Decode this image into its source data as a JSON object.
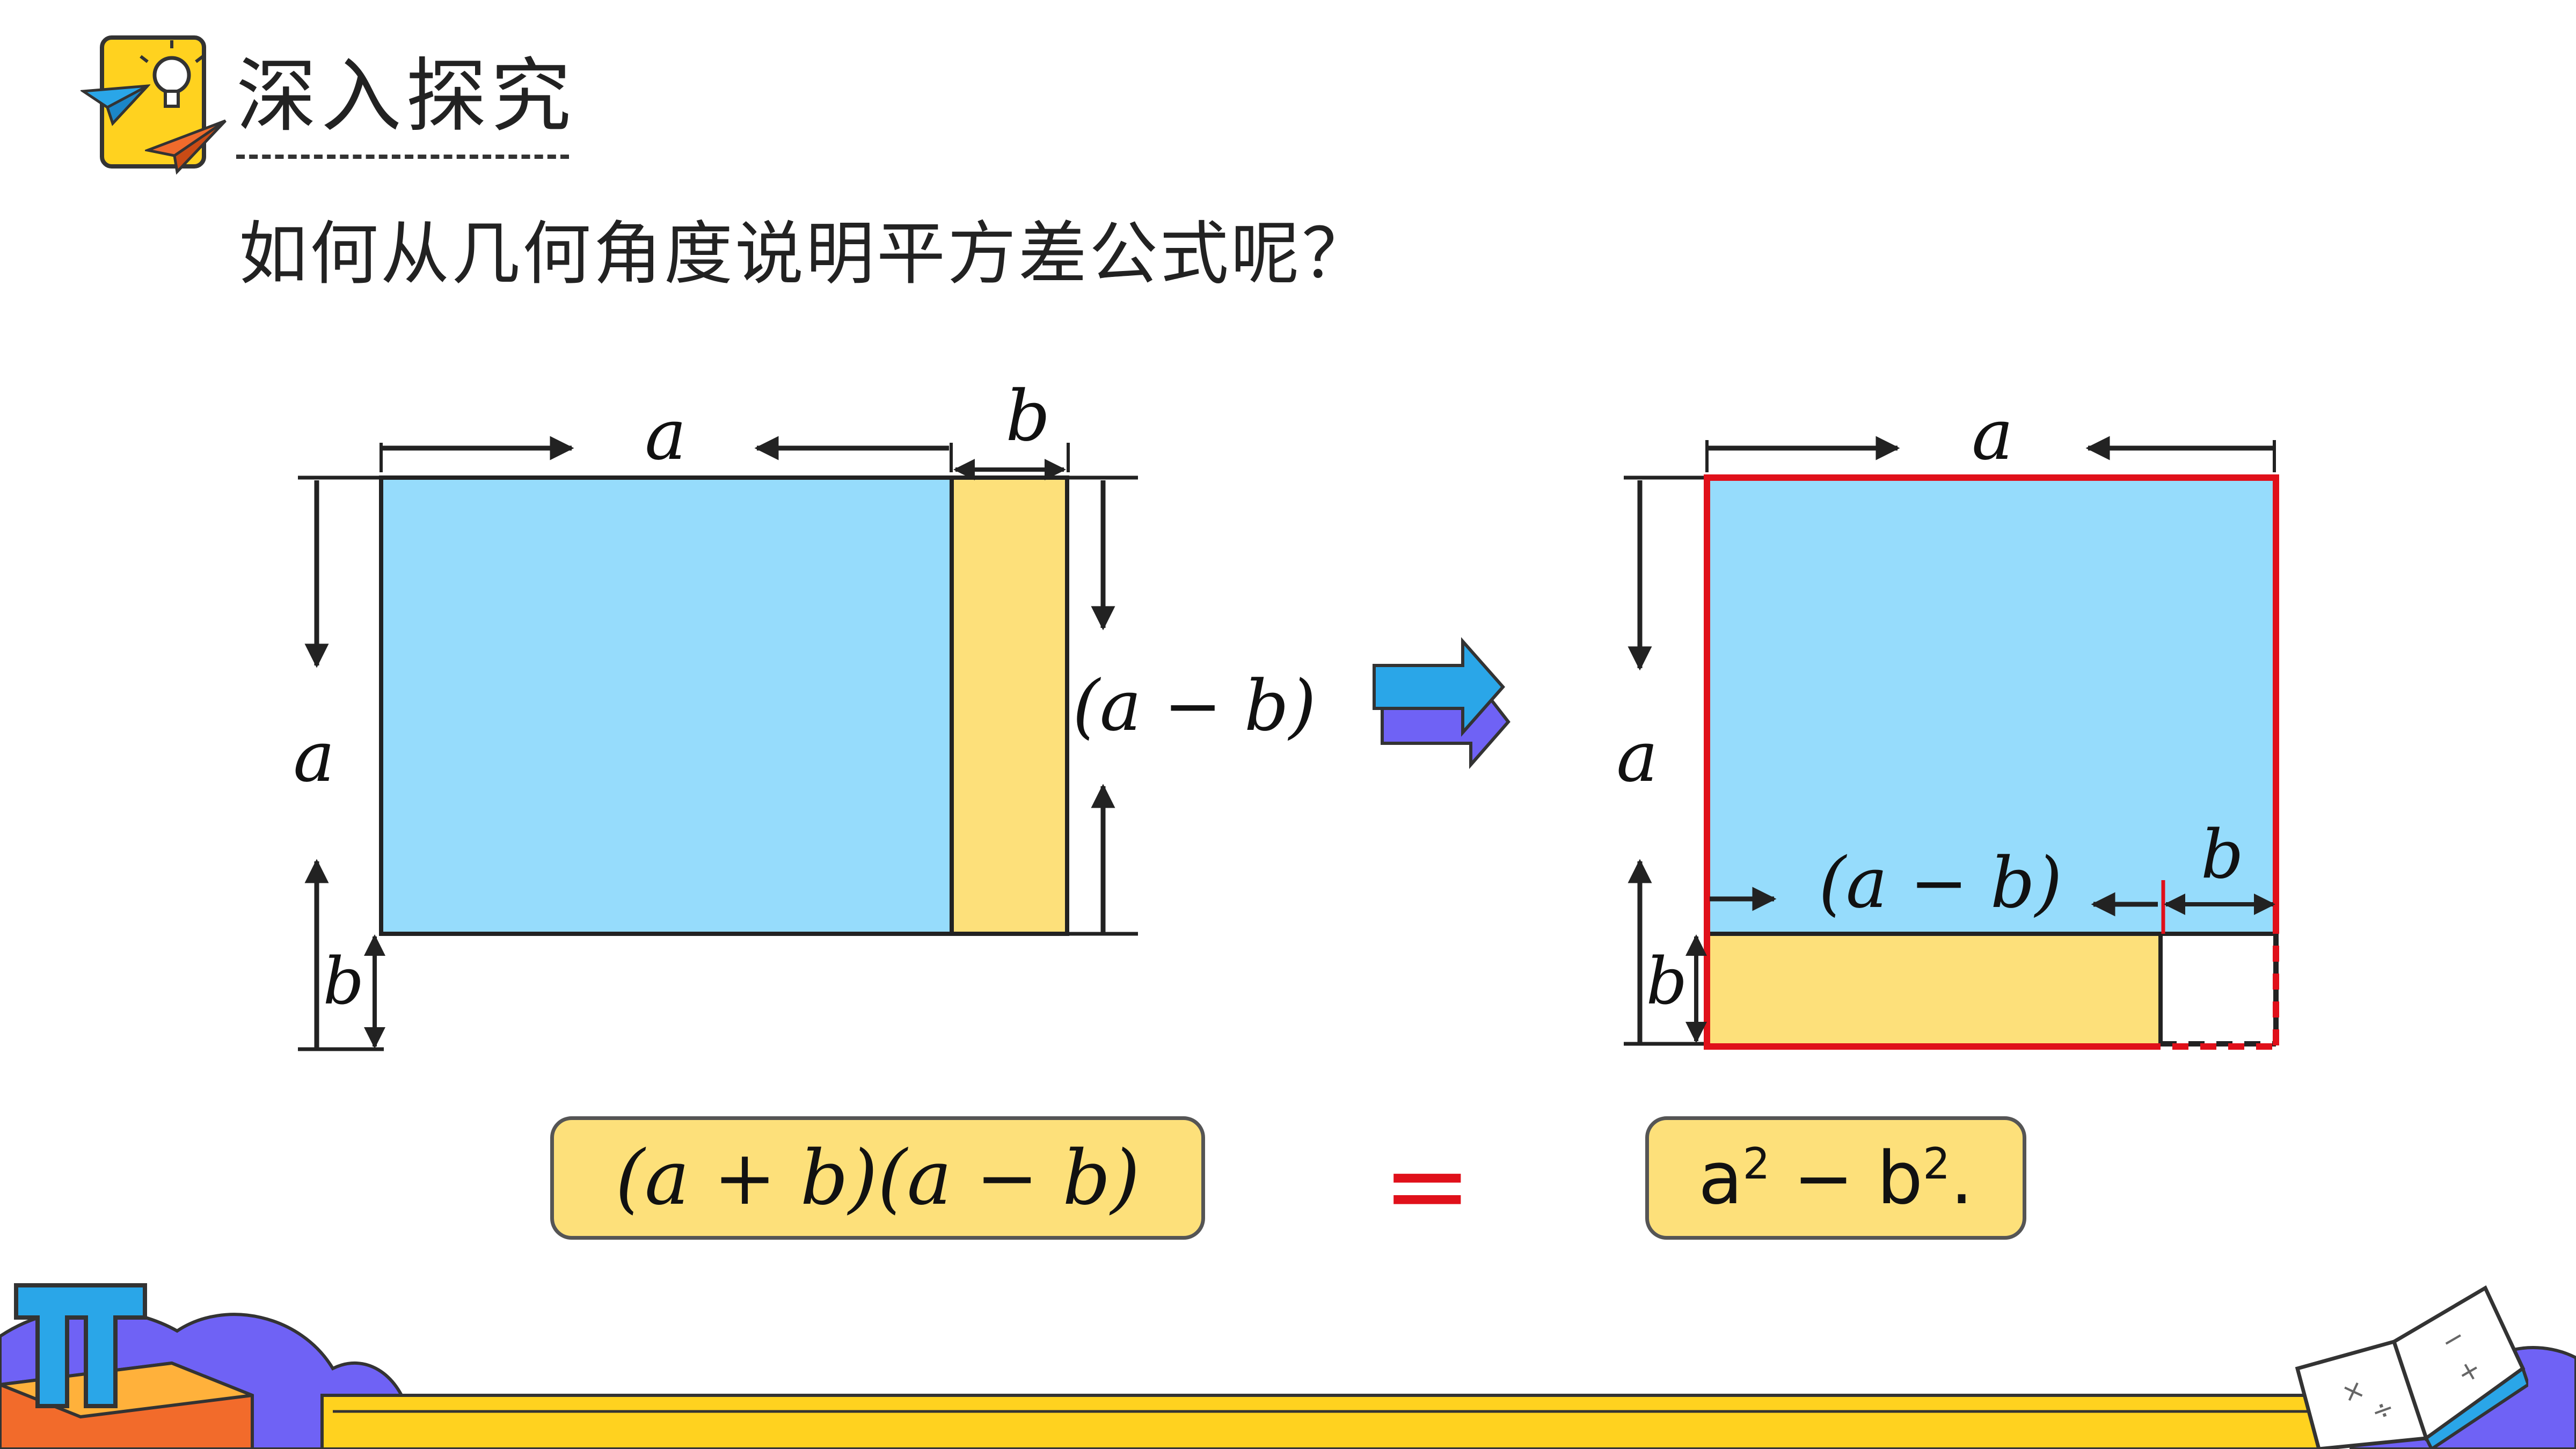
{
  "header": {
    "title": "深入探究"
  },
  "question": "如何从几何角度说明平方差公式呢？",
  "left_figure": {
    "label_top_a": "a",
    "label_top_b": "b",
    "label_side_a": "a",
    "label_side_b": "b",
    "label_right": "(a − b)"
  },
  "right_figure": {
    "label_top_a": "a",
    "label_side_a": "a",
    "label_side_b": "b",
    "label_inner_amb": "(a − b)",
    "label_inner_b": "b"
  },
  "formula": {
    "left": "(a + b)(a − b)",
    "equals": "=",
    "right_base_a": "a",
    "right_exp_a": "2",
    "right_minus": " − ",
    "right_base_b": "b",
    "right_exp_b": "2",
    "right_end": "."
  },
  "colors": {
    "blue_fill": "#96dcfc",
    "yellow_fill": "#fde07a",
    "red_outline": "#e0101a",
    "footer_yellow": "#ffd21f",
    "footer_purple": "#6f62f5"
  },
  "icons": [
    "lightbulb-note-icon",
    "paper-plane-icon",
    "arrow-right-icon",
    "pi-symbol-icon",
    "open-book-icon"
  ]
}
